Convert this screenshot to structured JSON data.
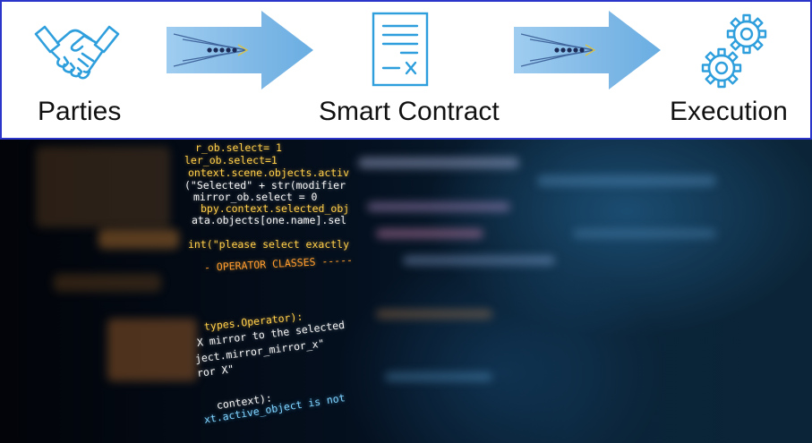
{
  "diagram": {
    "steps": [
      {
        "label": "Parties",
        "icon": "handshake-icon"
      },
      {
        "label": "Smart Contract",
        "icon": "contract-document-icon"
      },
      {
        "label": "Execution",
        "icon": "gears-icon"
      }
    ],
    "connectors": [
      "arrow-icon",
      "arrow-icon"
    ],
    "colors": {
      "border": "#2b35c9",
      "icon": "#2e9fdc",
      "arrow": "#8fc3ea"
    }
  },
  "code_lines": [
    "r_ob.select= 1",
    "ler_ob.select=1",
    "ontext.scene.objects.activ",
    "(\"Selected\" + str(modifier",
    "mirror_ob.select = 0",
    "bpy.context.selected_obj",
    "ata.objects[one.name].sel",
    "int(\"please select exactly",
    "- OPERATOR CLASSES -----",
    "types.Operator):",
    "X mirror to the selected",
    "ject.mirror_mirror_x\"",
    "ror X\"",
    "context):",
    "xt.active_object is not"
  ]
}
